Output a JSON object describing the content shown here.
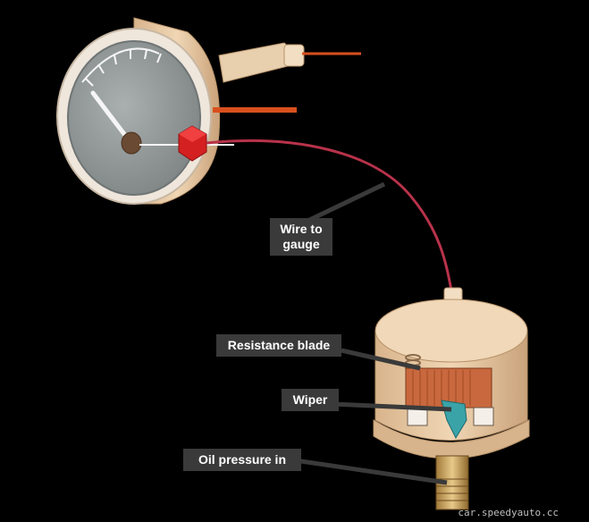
{
  "labels": {
    "wire": [
      "Wire to",
      "gauge"
    ],
    "resistance_blade": "Resistance blade",
    "wiper": "Wiper",
    "oil_in": "Oil pressure in"
  },
  "credit": "car.speedyauto.cc",
  "colors": {
    "background": "#000000",
    "callout_bg": "#3a3a3a",
    "leader": "#3a3a3a",
    "gauge_body": "#e6caa6",
    "gauge_face": "#9fa5a5",
    "wire": "#b8324a",
    "resistor": "#c9683e",
    "wiper": "#3aa3a8",
    "connector": "#d42020"
  }
}
